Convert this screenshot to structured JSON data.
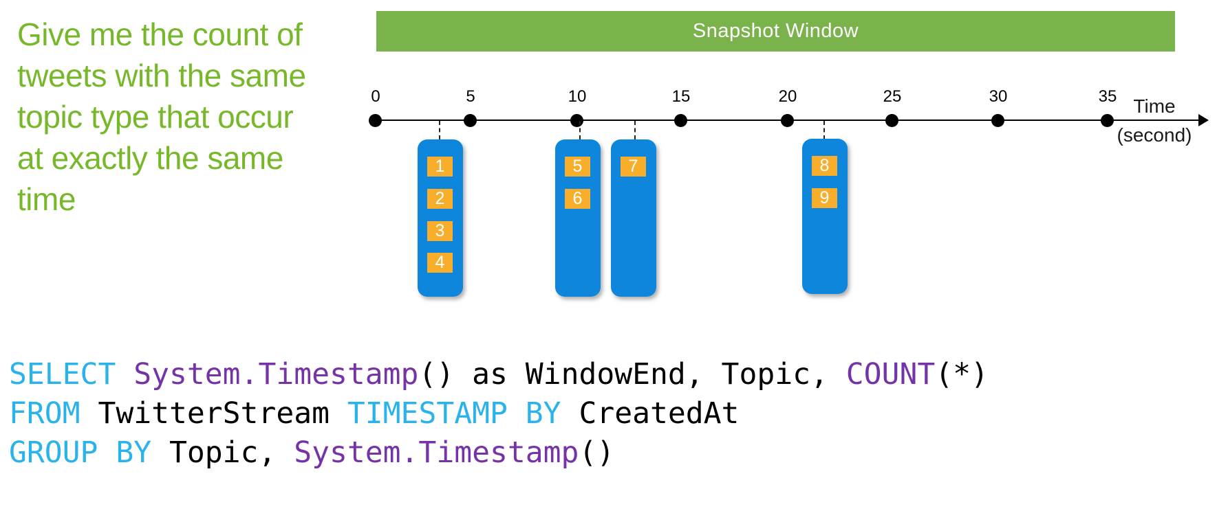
{
  "slide": {
    "query_description": {
      "lines": [
        "Give me the count of",
        "tweets with the same",
        "topic type that occur",
        "at exactly the same",
        "time"
      ]
    },
    "banner": {
      "label": "Snapshot Window"
    },
    "timeline": {
      "unit_label_top": "Time",
      "unit_label_bottom": "(second)",
      "ticks": [
        "0",
        "5",
        "10",
        "15",
        "20",
        "25",
        "30",
        "35"
      ]
    },
    "event_groups": [
      {
        "time_seconds": "3",
        "events": [
          "1",
          "2",
          "3",
          "4"
        ]
      },
      {
        "time_seconds": "10",
        "events": [
          "5",
          "6"
        ]
      },
      {
        "time_seconds": "12.5",
        "events": [
          "7"
        ]
      },
      {
        "time_seconds": "21.5",
        "events": [
          "8",
          "9"
        ]
      }
    ],
    "code": {
      "lines": [
        {
          "tokens": [
            {
              "text": "SELECT",
              "color": "cyan"
            },
            {
              "text": " ",
              "color": "plain"
            },
            {
              "text": "System.Timestamp",
              "color": "purple"
            },
            {
              "text": "()",
              "color": "plain"
            },
            {
              "text": " as WindowEnd, Topic, ",
              "color": "plain"
            },
            {
              "text": "COUNT",
              "color": "purple"
            },
            {
              "text": "(*)",
              "color": "plain"
            }
          ]
        },
        {
          "tokens": [
            {
              "text": "FROM",
              "color": "cyan"
            },
            {
              "text": " TwitterStream ",
              "color": "plain"
            },
            {
              "text": "TIMESTAMP BY",
              "color": "cyan"
            },
            {
              "text": " CreatedAt",
              "color": "plain"
            }
          ]
        },
        {
          "tokens": [
            {
              "text": "GROUP BY",
              "color": "cyan"
            },
            {
              "text": " Topic, ",
              "color": "plain"
            },
            {
              "text": "System.Timestamp",
              "color": "purple"
            },
            {
              "text": "()",
              "color": "plain"
            }
          ]
        }
      ]
    },
    "colors": {
      "query_text_green": "#76B829",
      "banner_green": "#7AB24C",
      "event_blue": "#0E86DB",
      "event_number_orange": "#F9AE2B",
      "code_keyword_cyan": "#2AB2EA",
      "code_function_purple": "#7633A8",
      "code_plain_black": "#000000",
      "timeline_black": "#000000"
    }
  }
}
